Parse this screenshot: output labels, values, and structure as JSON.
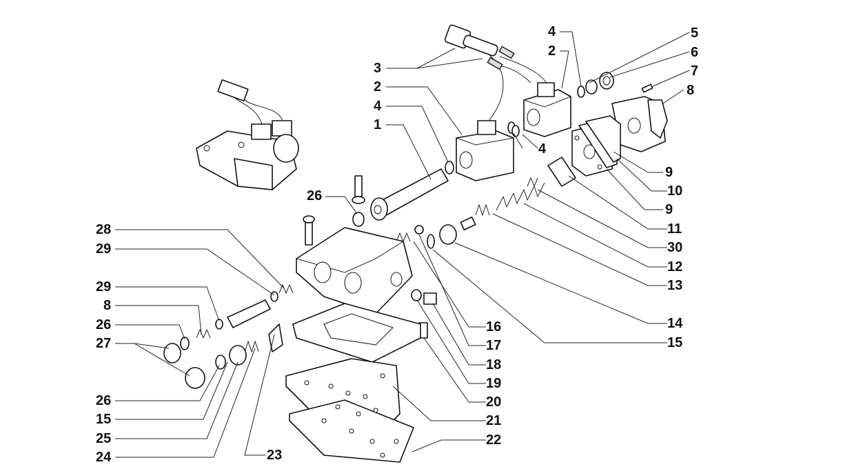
{
  "labels": [
    "5",
    "6",
    "7",
    "8",
    "4",
    "2",
    "3",
    "2",
    "4",
    "1",
    "4",
    "26",
    "9",
    "10",
    "9",
    "11",
    "30",
    "12",
    "13",
    "14",
    "15",
    "16",
    "17",
    "18",
    "19",
    "20",
    "21",
    "22",
    "28",
    "29",
    "29",
    "8",
    "26",
    "27",
    "26",
    "15",
    "25",
    "24",
    "23"
  ]
}
